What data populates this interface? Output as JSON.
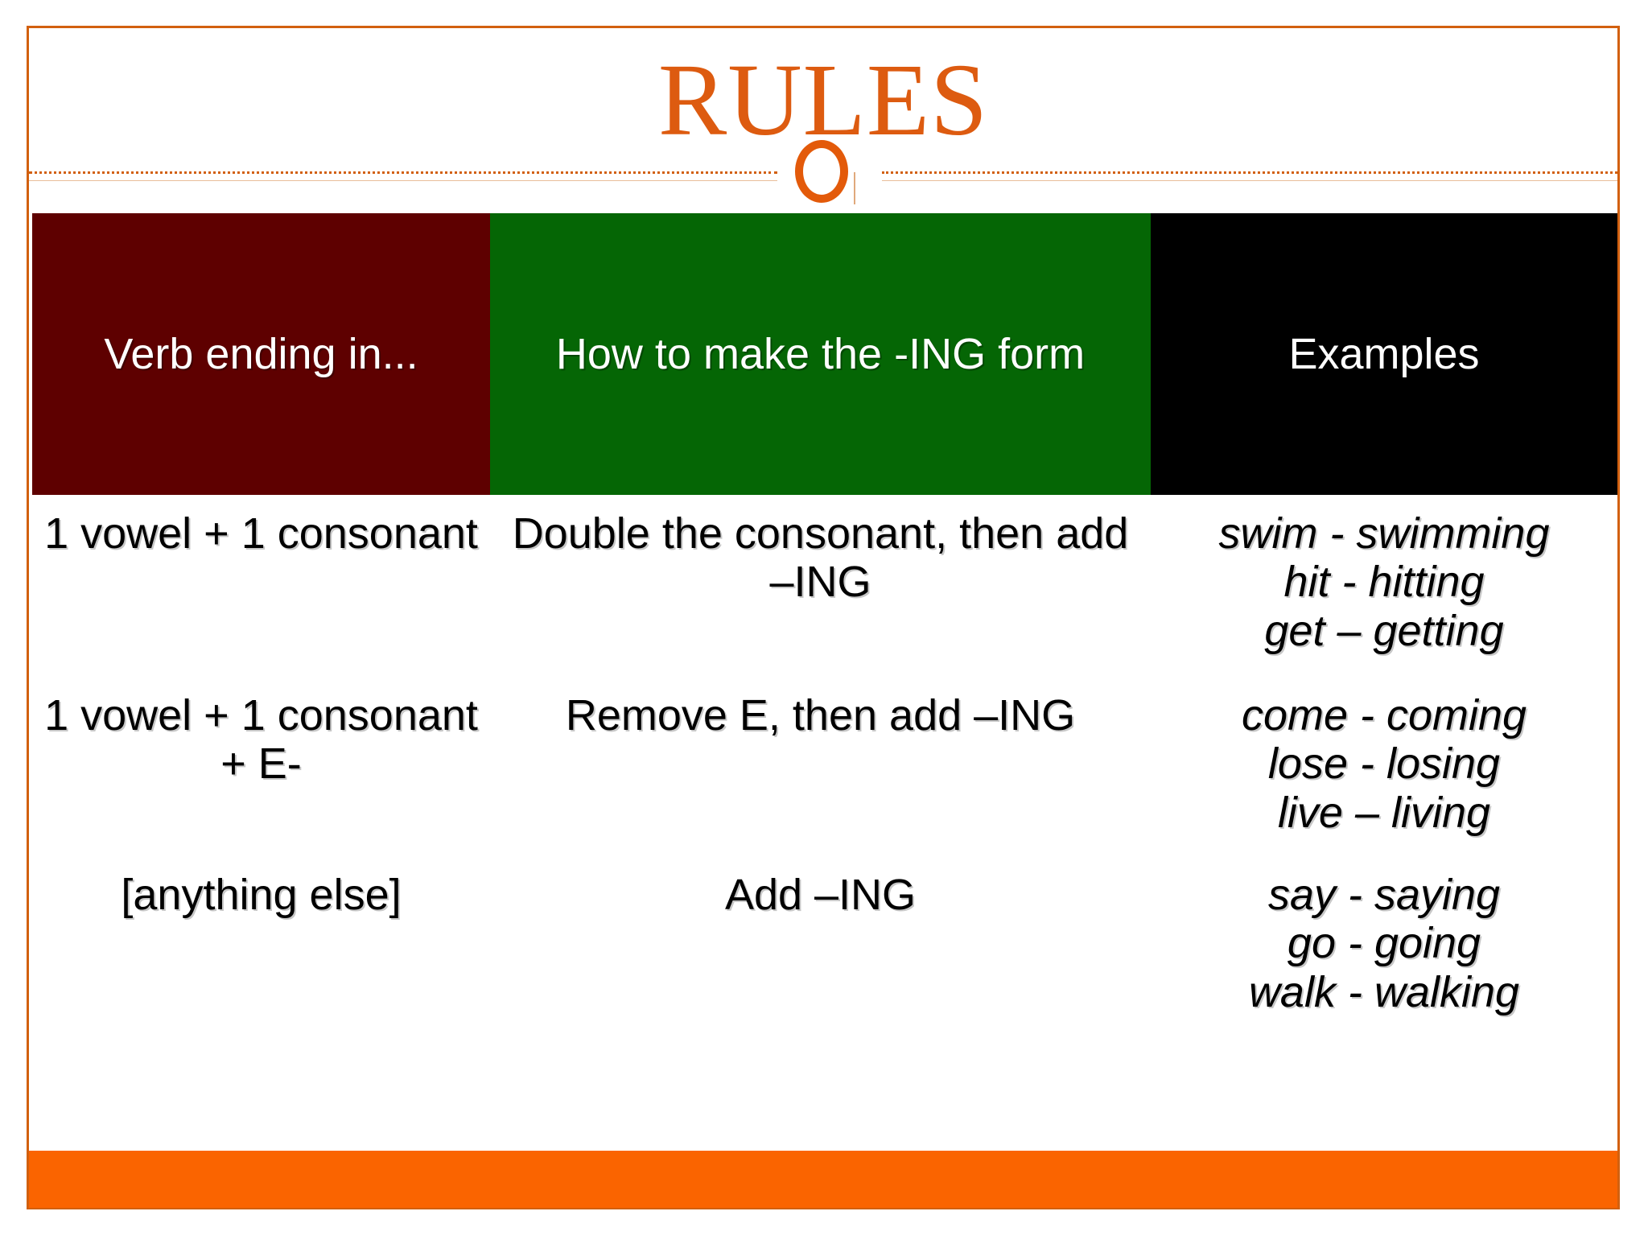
{
  "slide": {
    "title": "RULES",
    "accent_color": "#DD5B10",
    "border_color": "#D2600F",
    "bottom_bar_color": "#FA6400",
    "ornament": "ring-circle"
  },
  "table": {
    "headers": [
      {
        "label": "Verb ending in...",
        "bg": "#5E0000"
      },
      {
        "label": "How to make the -ING form",
        "bg": "#056605"
      },
      {
        "label": "Examples",
        "bg": "#000000"
      }
    ],
    "rows": [
      {
        "verb_ending": "1 vowel + 1 consonant",
        "how_to": "Double the consonant, then add –ING",
        "examples": [
          "swim - swimming",
          "hit - hitting",
          "get – getting"
        ]
      },
      {
        "verb_ending": "1 vowel + 1 consonant + E-",
        "how_to": "Remove E, then add –ING",
        "examples": [
          "come - coming",
          "lose - losing",
          "live – living"
        ]
      },
      {
        "verb_ending": "[anything else]",
        "how_to": "Add –ING",
        "examples": [
          "say - saying",
          "go - going",
          "walk - walking"
        ]
      }
    ]
  }
}
